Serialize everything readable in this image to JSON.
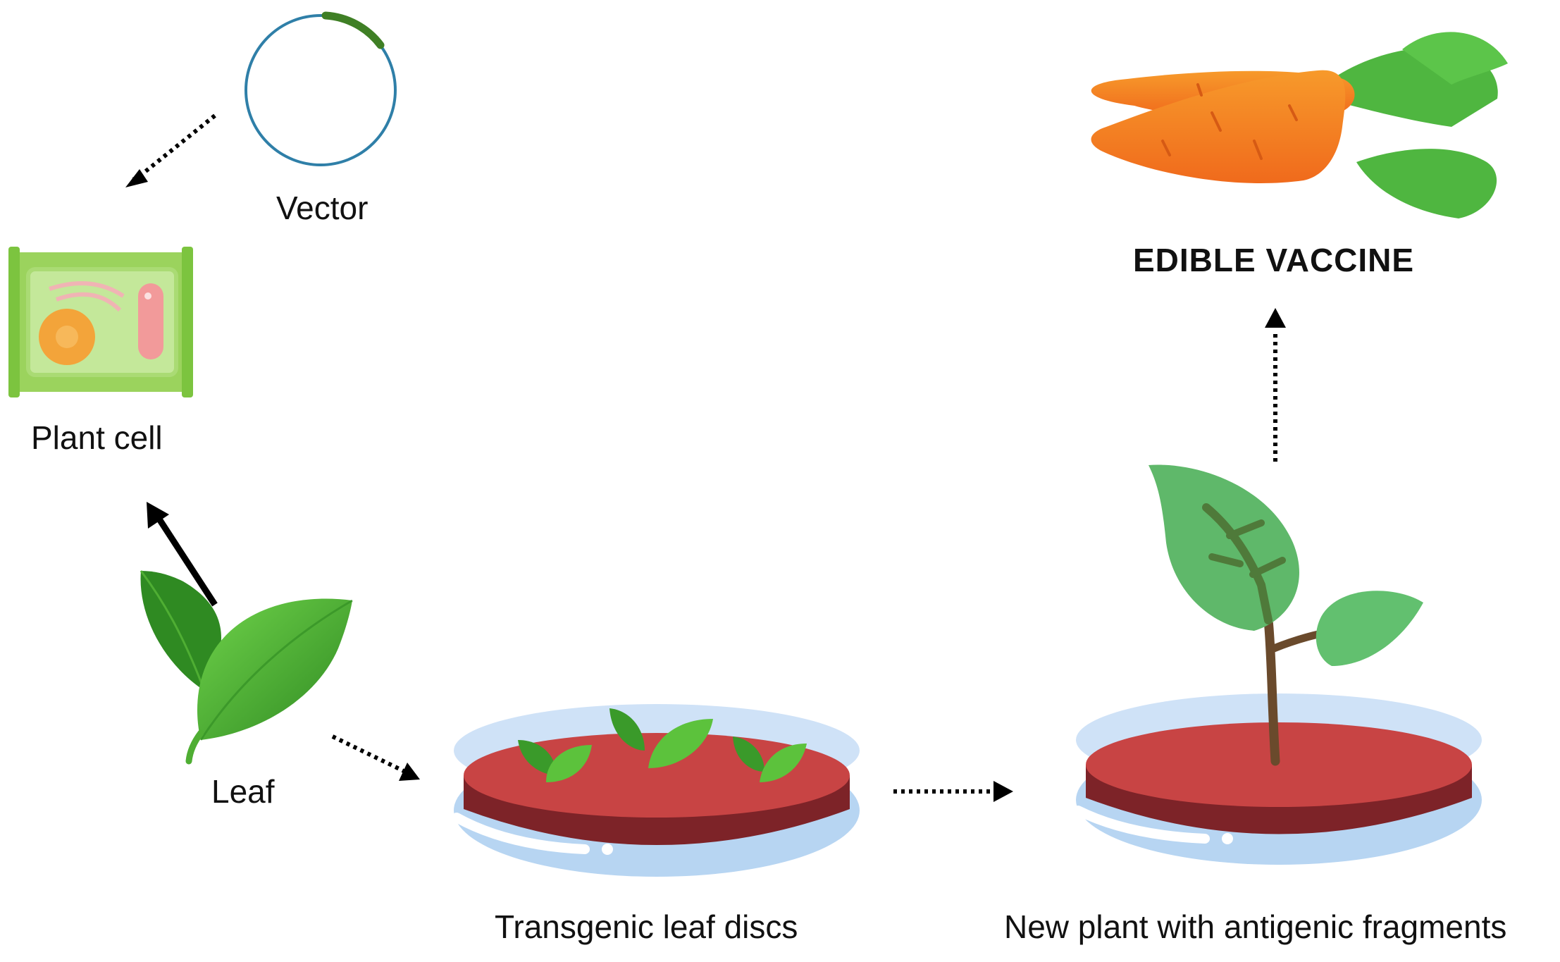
{
  "labels": {
    "vector": "Vector",
    "plant_cell": "Plant cell",
    "leaf": "Leaf",
    "transgenic_leaf_discs": "Transgenic leaf discs",
    "new_plant": "New plant with antigenic fragments",
    "edible_vaccine": "EDIBLE VACCINE"
  },
  "colors": {
    "vector_ring": "#2f7fa8",
    "vector_marker": "#3f7f25",
    "cell_wall": "#8ccf4e",
    "cell_inner": "#b8e38a",
    "nucleus": "#f2a33a",
    "organelle_pink": "#f29a9a",
    "leaf_dark": "#3a8f2a",
    "leaf_light": "#5cc23c",
    "agar_top": "#c84444",
    "agar_side": "#7d2328",
    "dish": "#a9ccf0",
    "stem": "#6a4a2c",
    "plant_leaf": "#5fb86a",
    "carrot": "#f47a22",
    "carrot_leaf": "#4fb640",
    "arrow": "#000000"
  },
  "icons": [
    "vector-plasmid-icon",
    "plant-cell-icon",
    "leaf-icon",
    "petri-dish-icon",
    "sprout-icon",
    "carrot-icon"
  ]
}
